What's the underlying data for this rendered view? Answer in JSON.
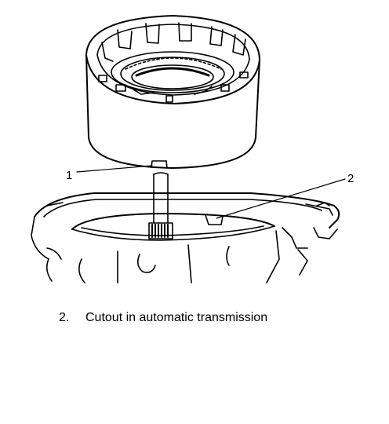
{
  "callouts": {
    "one": "1",
    "two": "2"
  },
  "legend": {
    "items": [
      {
        "number": "2.",
        "text": "Cutout in automatic transmission"
      }
    ]
  },
  "colors": {
    "ink": "#000000",
    "background": "#ffffff"
  }
}
